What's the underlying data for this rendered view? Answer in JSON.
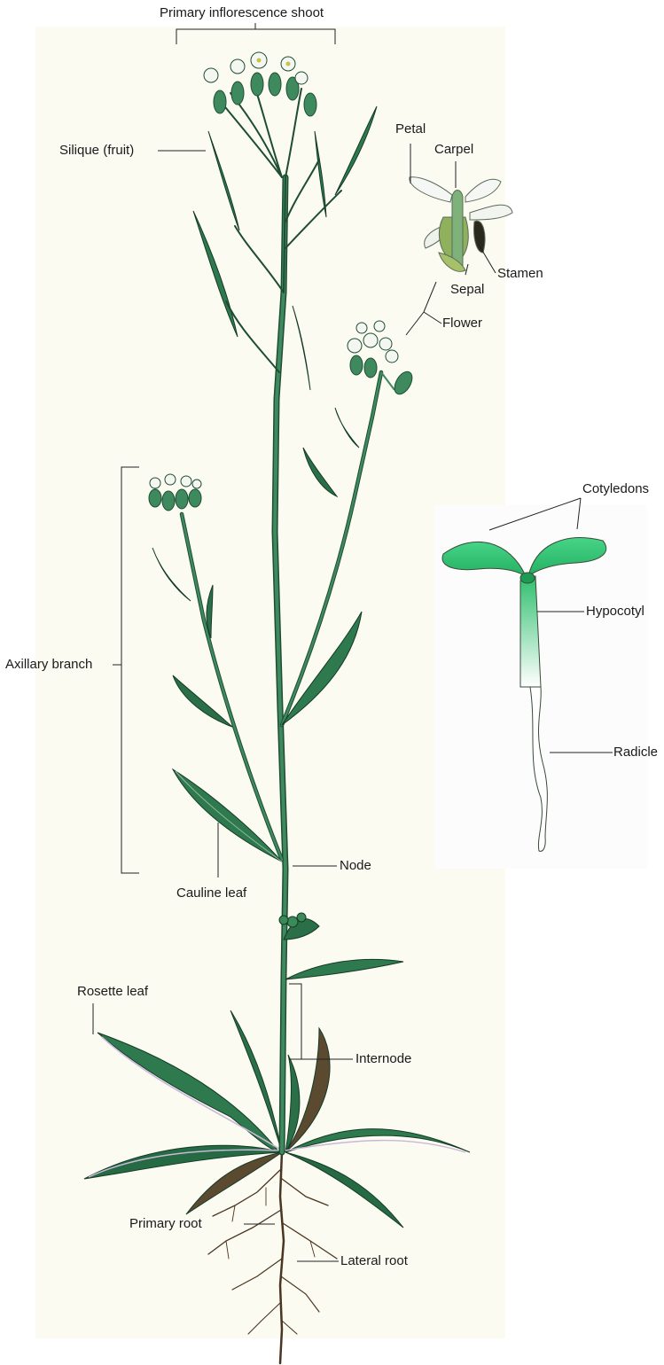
{
  "labels": {
    "primary_inflorescence_shoot": "Primary inflorescence shoot",
    "silique": "Silique (fruit)",
    "petal": "Petal",
    "carpel": "Carpel",
    "stamen": "Stamen",
    "sepal": "Sepal",
    "flower": "Flower",
    "cotyledons": "Cotyledons",
    "hypocotyl": "Hypocotyl",
    "radicle": "Radicle",
    "axillary_branch": "Axillary branch",
    "node": "Node",
    "cauline_leaf": "Cauline leaf",
    "rosette_leaf": "Rosette leaf",
    "internode": "Internode",
    "primary_root": "Primary root",
    "lateral_root": "Lateral root"
  },
  "colors": {
    "stem": "#2f6b4a",
    "leaf": "#2e7a4e",
    "leaf_dark": "#1f4d33",
    "leaf_brown": "#5c4a30",
    "flower": "#f4f6f2",
    "seedling": "#3cc97a",
    "root": "#4a3520",
    "panel": "#fbfbf2",
    "leader": "#222222"
  }
}
